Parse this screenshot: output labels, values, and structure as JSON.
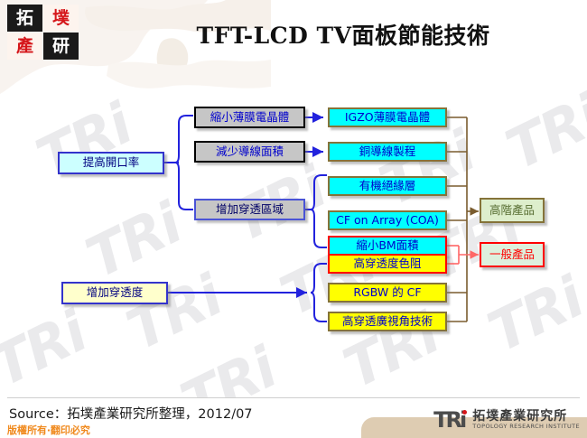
{
  "slide": {
    "title": "TFT-LCD TV面板節能技術",
    "logo": {
      "tl": "拓",
      "tr": "墣",
      "bl": "產",
      "br": "研"
    },
    "watermark_text": "TRi"
  },
  "diagram": {
    "drivers": [
      {
        "id": "aperture",
        "label": "提高開口率"
      },
      {
        "id": "transmittance",
        "label": "增加穿透度"
      }
    ],
    "methods": [
      {
        "id": "shrink-tft",
        "label": "縮小薄膜電晶體"
      },
      {
        "id": "reduce-wire",
        "label": "減少導線面積"
      },
      {
        "id": "increase-area",
        "label": "增加穿透區域"
      }
    ],
    "technologies": [
      {
        "id": "igzo",
        "label": "IGZO薄膜電晶體",
        "outcome": "high-end"
      },
      {
        "id": "cu-wire",
        "label": "銅導線製程",
        "outcome": "high-end"
      },
      {
        "id": "organic-insulator",
        "label": "有機絕緣層",
        "outcome": "high-end"
      },
      {
        "id": "coa",
        "label": "CF on Array (COA)",
        "outcome": "high-end"
      },
      {
        "id": "shrink-bm",
        "label": "縮小BM面積",
        "outcome": "general"
      },
      {
        "id": "high-trans-cr",
        "label": "高穿透度色阻",
        "outcome": "general"
      },
      {
        "id": "rgbw-cf",
        "label": "RGBW 的 CF",
        "outcome": "high-end"
      },
      {
        "id": "wide-view",
        "label": "高穿透廣視角技術",
        "outcome": "high-end"
      }
    ],
    "outcomes": [
      {
        "id": "high-end",
        "label": "高階產品"
      },
      {
        "id": "general",
        "label": "一般產品"
      }
    ]
  },
  "footer": {
    "source": "Source：拓墣產業研究所整理，2012/07",
    "copyright": "版權所有‧翻印必究",
    "logo_mark": "TRi",
    "logo_cn": "拓墣產業研究所",
    "logo_en": "TOPOLOGY RESEARCH INSTITUTE"
  },
  "colors": {
    "blue_connector": "#2222dd",
    "brown_connector": "#7a5c2e",
    "red_connector": "#ff6666",
    "accent_orange": "#f08a1e",
    "brand_red": "#d5161a"
  }
}
